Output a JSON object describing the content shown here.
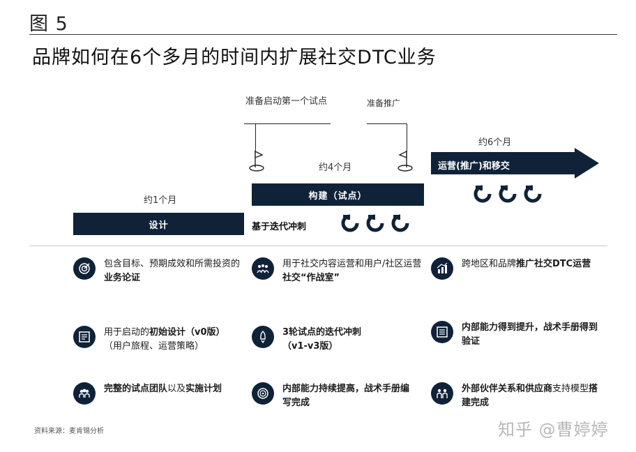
{
  "figure_label": "图 5",
  "title": "品牌如何在6个多月的时间内扩展社交DTC业务",
  "timeline": {
    "milestone_pilot": "准备启动第一个试点",
    "milestone_promo": "准备推广",
    "phase_design": {
      "duration": "约1个月",
      "label": "设计"
    },
    "phase_build": {
      "duration": "约4个月",
      "label": "构建（试点）",
      "note": "基于迭代冲刺"
    },
    "phase_operate": {
      "duration": "约6个月",
      "label": "运营(推广)和移交"
    }
  },
  "columns": [
    {
      "items": [
        {
          "icon": "target-icon",
          "plain": "包含目标、预期成效和所需投资的",
          "bold": "业务论证",
          "tail": ""
        },
        {
          "icon": "blueprint-icon",
          "plain": "用于启动的",
          "bold": "初始设计（v0版）",
          "tail": "（用户旅程、运营策略）"
        },
        {
          "icon": "team-icon",
          "plain": "",
          "bold": "完整的试点团队",
          "tail": "以及",
          "bold2": "实施计划"
        }
      ]
    },
    {
      "items": [
        {
          "icon": "people-group-icon",
          "plain": "用于社交内容运营和用户/社区运营",
          "bold": "社交“作战室”",
          "tail": ""
        },
        {
          "icon": "rocket-icon",
          "plain": "",
          "bold": "3轮试点的迭代冲刺",
          "tail": "（v1-v3版）"
        },
        {
          "icon": "gauge-icon",
          "plain": "",
          "bold": "内部能力持续提高，战术手册编写完成",
          "tail": ""
        }
      ]
    },
    {
      "items": [
        {
          "icon": "growth-chart-icon",
          "plain": "跨地区和品牌",
          "bold": "推广社交DTC运营",
          "tail": ""
        },
        {
          "icon": "checklist-icon",
          "plain": "",
          "bold": "内部能力得到提升，战术手册得到验证",
          "tail": ""
        },
        {
          "icon": "partners-icon",
          "plain": "",
          "bold": "外部伙伴关系和供应商",
          "tail": "支持模型",
          "bold2": "搭建完成"
        }
      ]
    }
  ],
  "source": "资料来源：麦肯锡分析",
  "watermark": "知乎 @曹婷婷",
  "colors": {
    "navy": "#0f2238",
    "text": "#1b1b1b",
    "divider": "#c8c8c8"
  }
}
